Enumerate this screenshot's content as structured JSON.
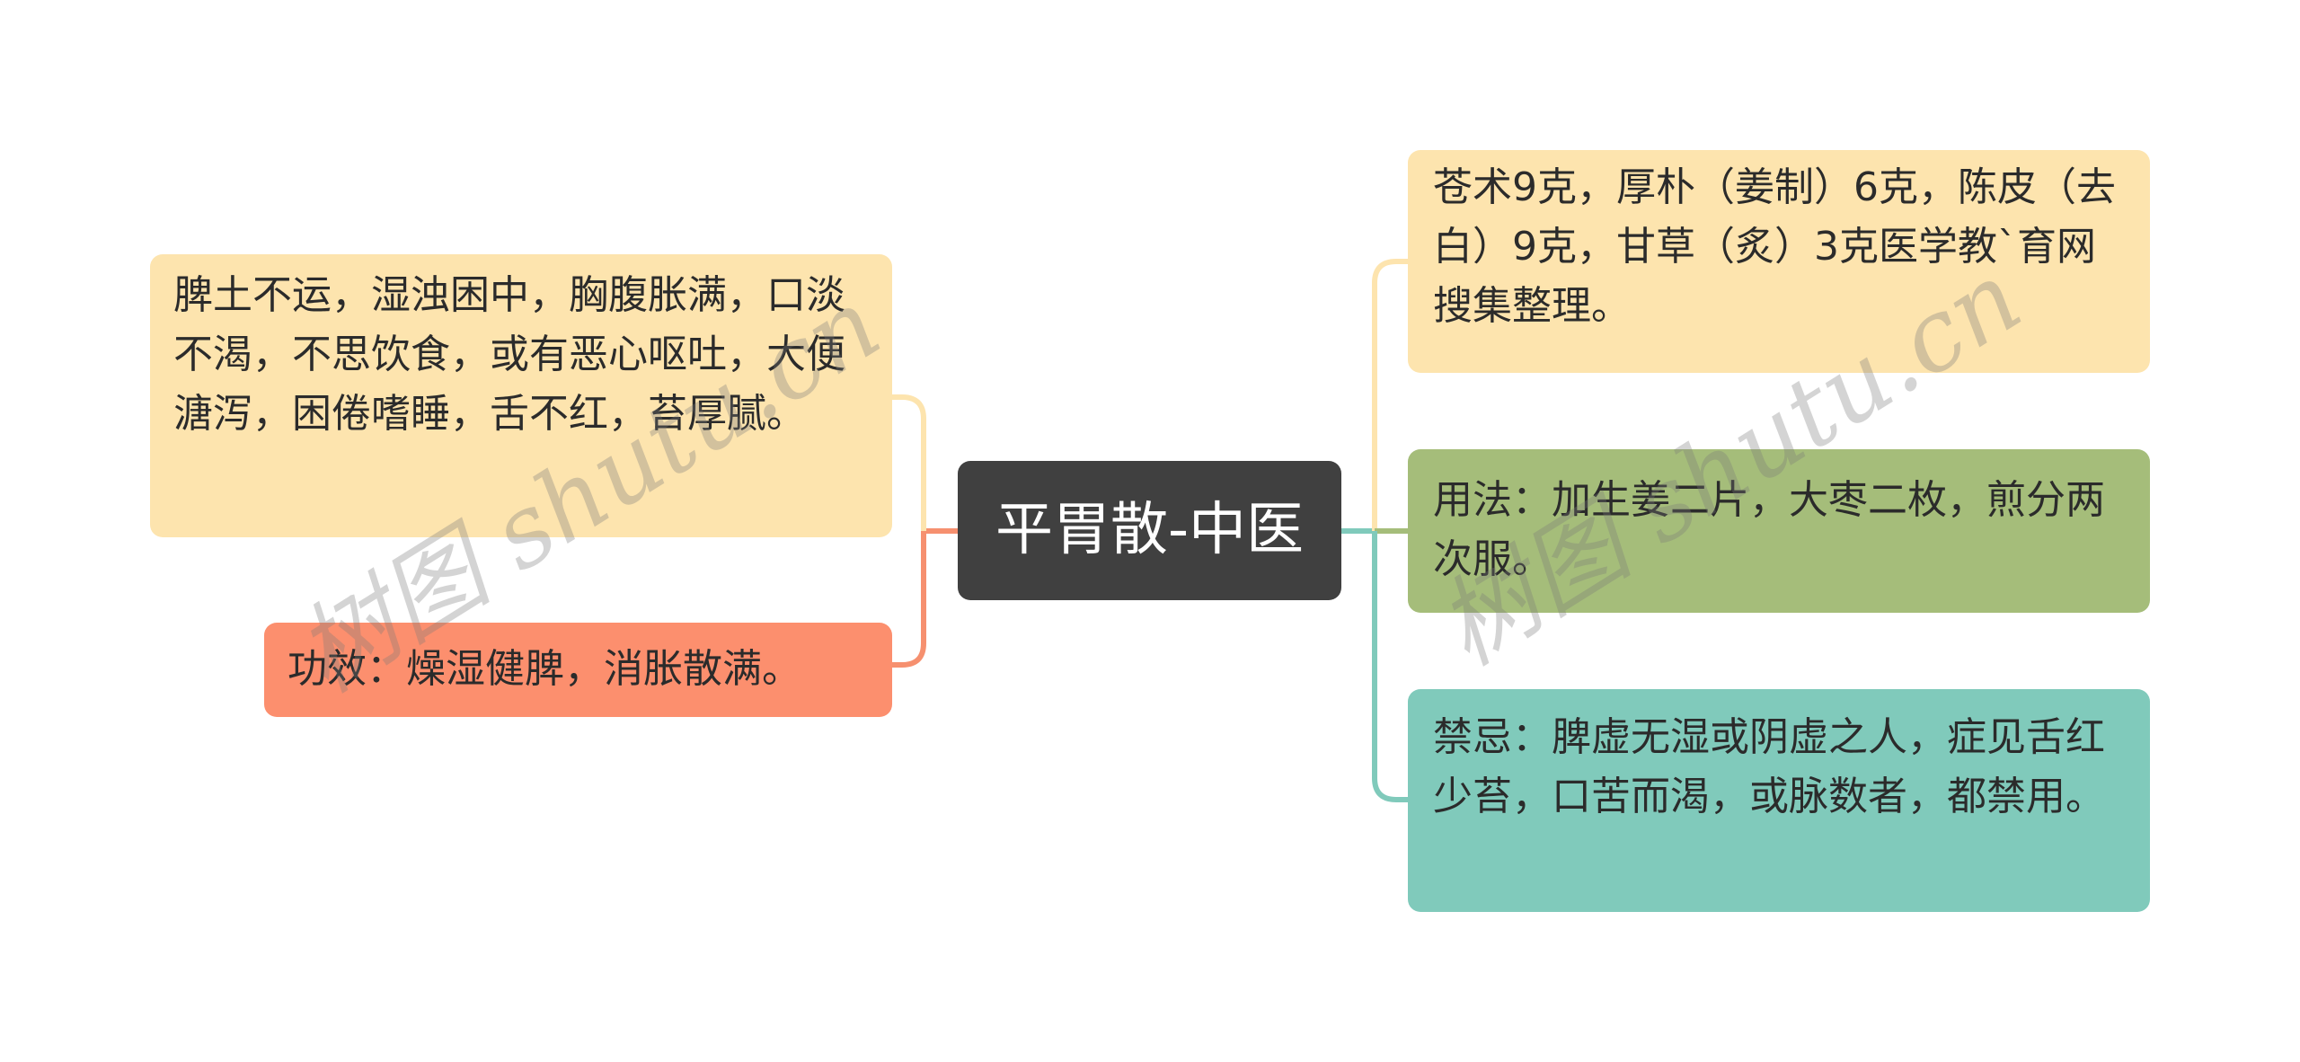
{
  "mindmap": {
    "root": {
      "label": "平胃散-中医",
      "color": "#404040",
      "text_color": "#ffffff"
    },
    "left_branches": [
      {
        "id": "symptoms",
        "text": "脾土不运，湿浊困中，胸腹胀满，口淡不渴，不思饮食，或有恶心呕吐，大便溏泻，困倦嗜睡，舌不红，苔厚腻。",
        "color": "#fde4ae",
        "line_color": "#fde4ae"
      },
      {
        "id": "efficacy",
        "text": "功效：燥湿健脾，消胀散满。",
        "color": "#fc8f6e",
        "line_color": "#f6906f"
      }
    ],
    "right_branches": [
      {
        "id": "ingredients",
        "text": "苍术9克，厚朴（姜制）6克，陈皮（去白）9克，甘草（炙）3克医学教`育网搜集整理。",
        "color": "#fde4ae",
        "line_color": "#fde4ae"
      },
      {
        "id": "usage",
        "text": "用法：加生姜二片，大枣二枚，煎分两次服。",
        "color": "#a5bd7a",
        "line_color": "#a5bd7a"
      },
      {
        "id": "contraindications",
        "text": "禁忌：脾虚无湿或阴虚之人，症见舌红少苔，口苦而渴，或脉数者，都禁用。",
        "color": "#80cabb",
        "line_color": "#80cabb"
      }
    ]
  },
  "watermark": {
    "text_1": "树图 shutu.cn",
    "text_2": "树图 shutu.cn"
  }
}
